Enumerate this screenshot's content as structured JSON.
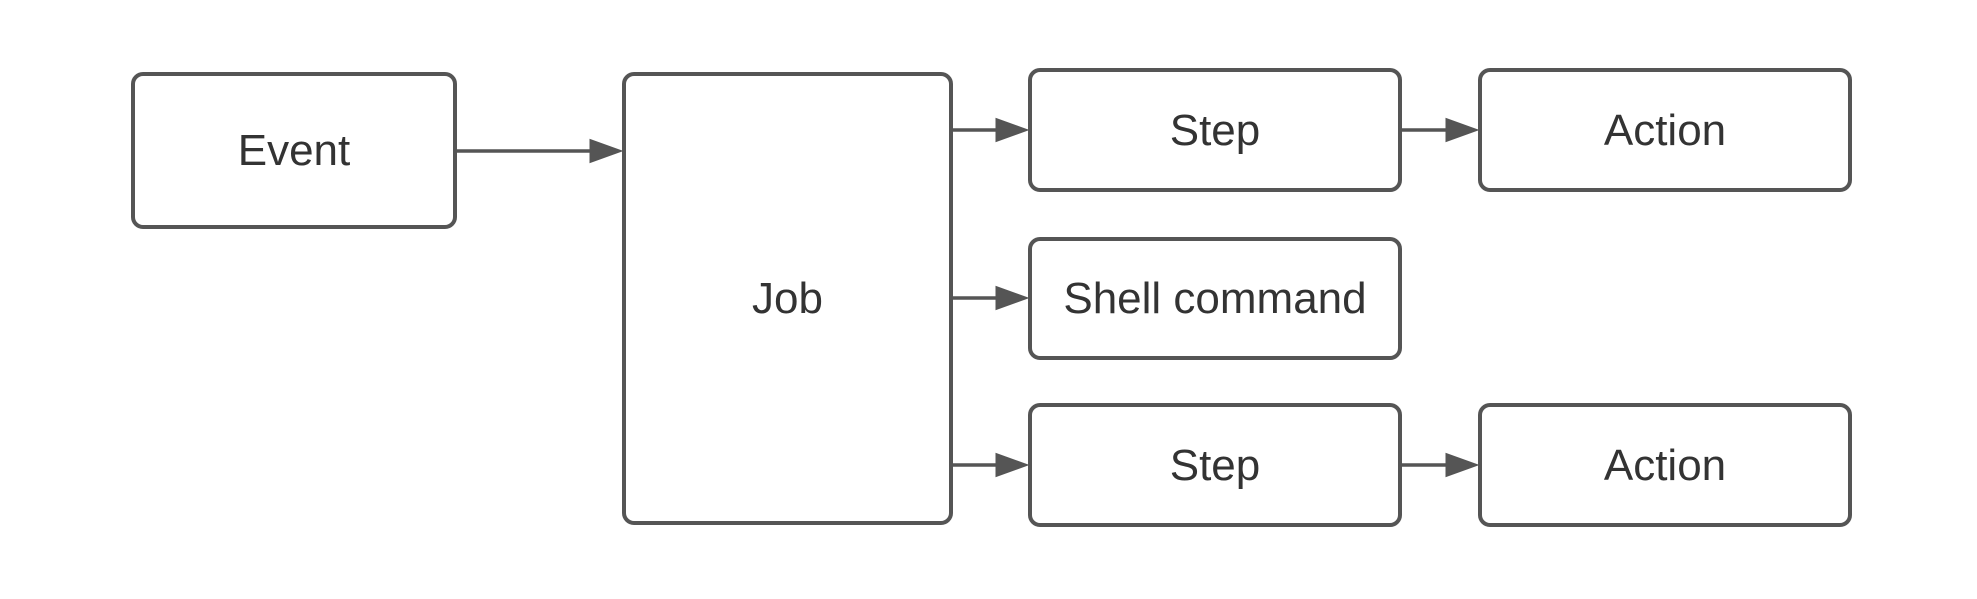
{
  "diagram": {
    "type": "flowchart",
    "background_color": "#ffffff",
    "node_fill_color": "#ffffff",
    "node_stroke_color": "#555555",
    "arrow_color": "#555555",
    "text_color": "#333333",
    "nodes": [
      {
        "id": "event",
        "label": "Event"
      },
      {
        "id": "job",
        "label": "Job"
      },
      {
        "id": "step-1",
        "label": "Step"
      },
      {
        "id": "action-1",
        "label": "Action"
      },
      {
        "id": "shell-command",
        "label": "Shell command"
      },
      {
        "id": "step-2",
        "label": "Step"
      },
      {
        "id": "action-2",
        "label": "Action"
      }
    ],
    "edges": [
      {
        "from": "event",
        "to": "job"
      },
      {
        "from": "job",
        "to": "step-1"
      },
      {
        "from": "step-1",
        "to": "action-1"
      },
      {
        "from": "job",
        "to": "shell-command"
      },
      {
        "from": "job",
        "to": "step-2"
      },
      {
        "from": "step-2",
        "to": "action-2"
      }
    ]
  }
}
